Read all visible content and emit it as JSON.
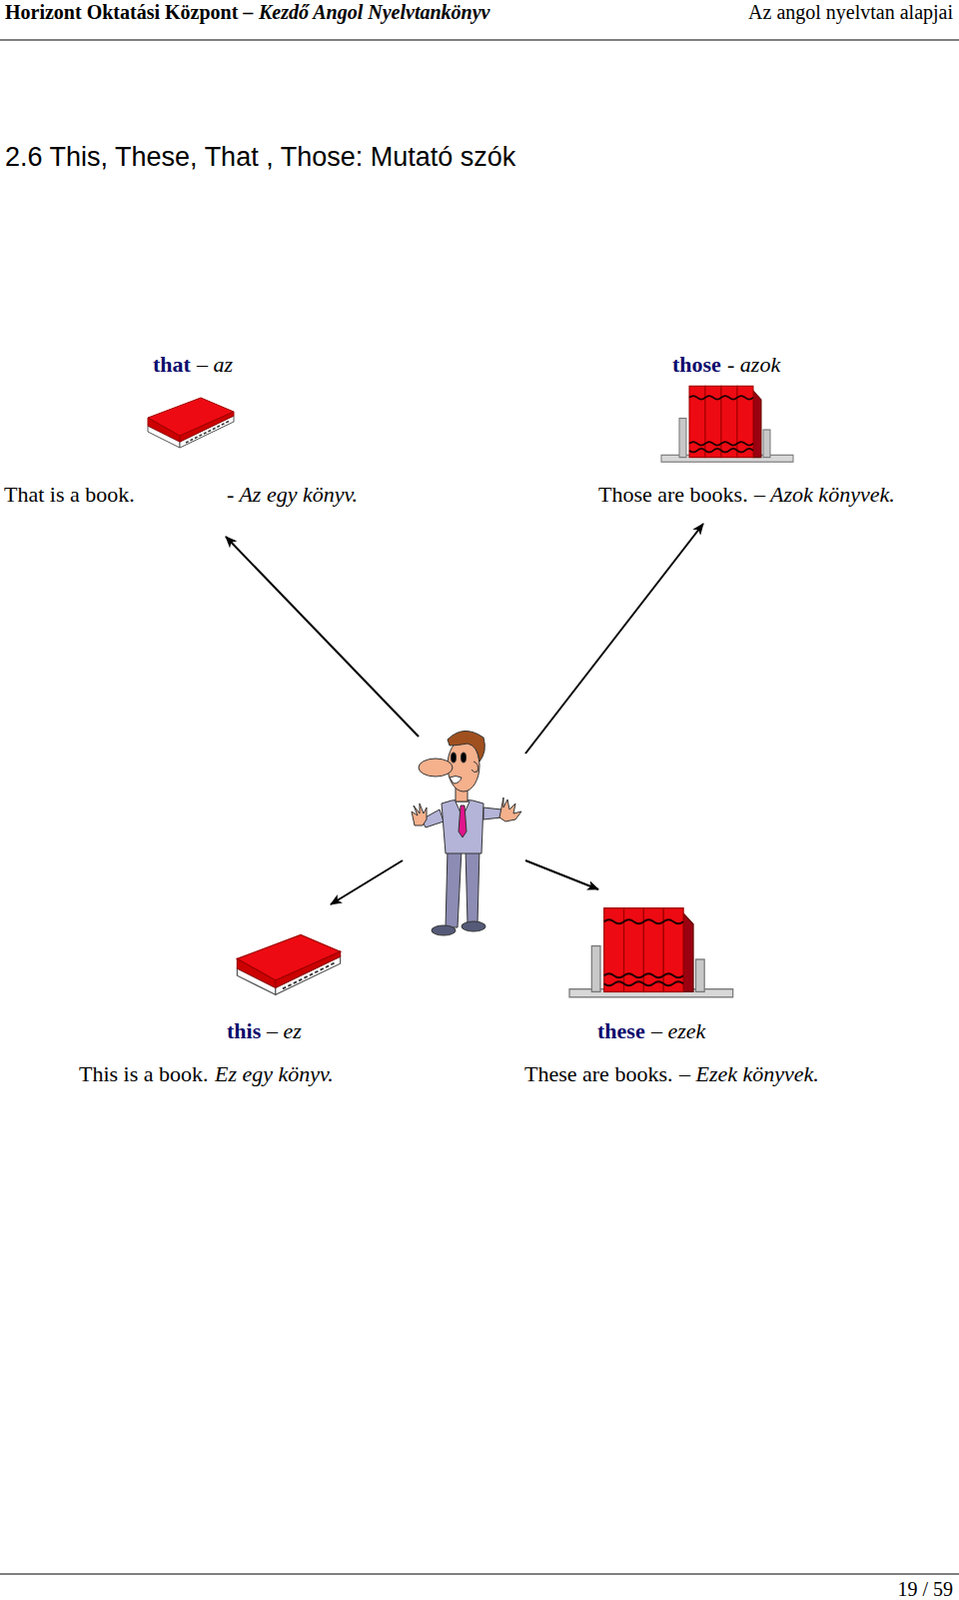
{
  "diagram": {
    "title": "2.6 This, These, That , Those: Mutató szók",
    "labels": [
      "Horizont Oktatási Központ –",
      "Kezdő Angol Nyelvtankönyv",
      "Az angol nyelvtan alapjai",
      "that",
      "– az",
      "those",
      "- azok",
      "That is a book.",
      "- Az egy könyv.",
      "Those are books.",
      "– Azok könyvek.",
      "this",
      "– ez",
      "these",
      "– ezek",
      "This is a book.",
      "Ez egy könyv.",
      "These are books.",
      "– Ezek könyvek.",
      "19 / 59"
    ]
  }
}
